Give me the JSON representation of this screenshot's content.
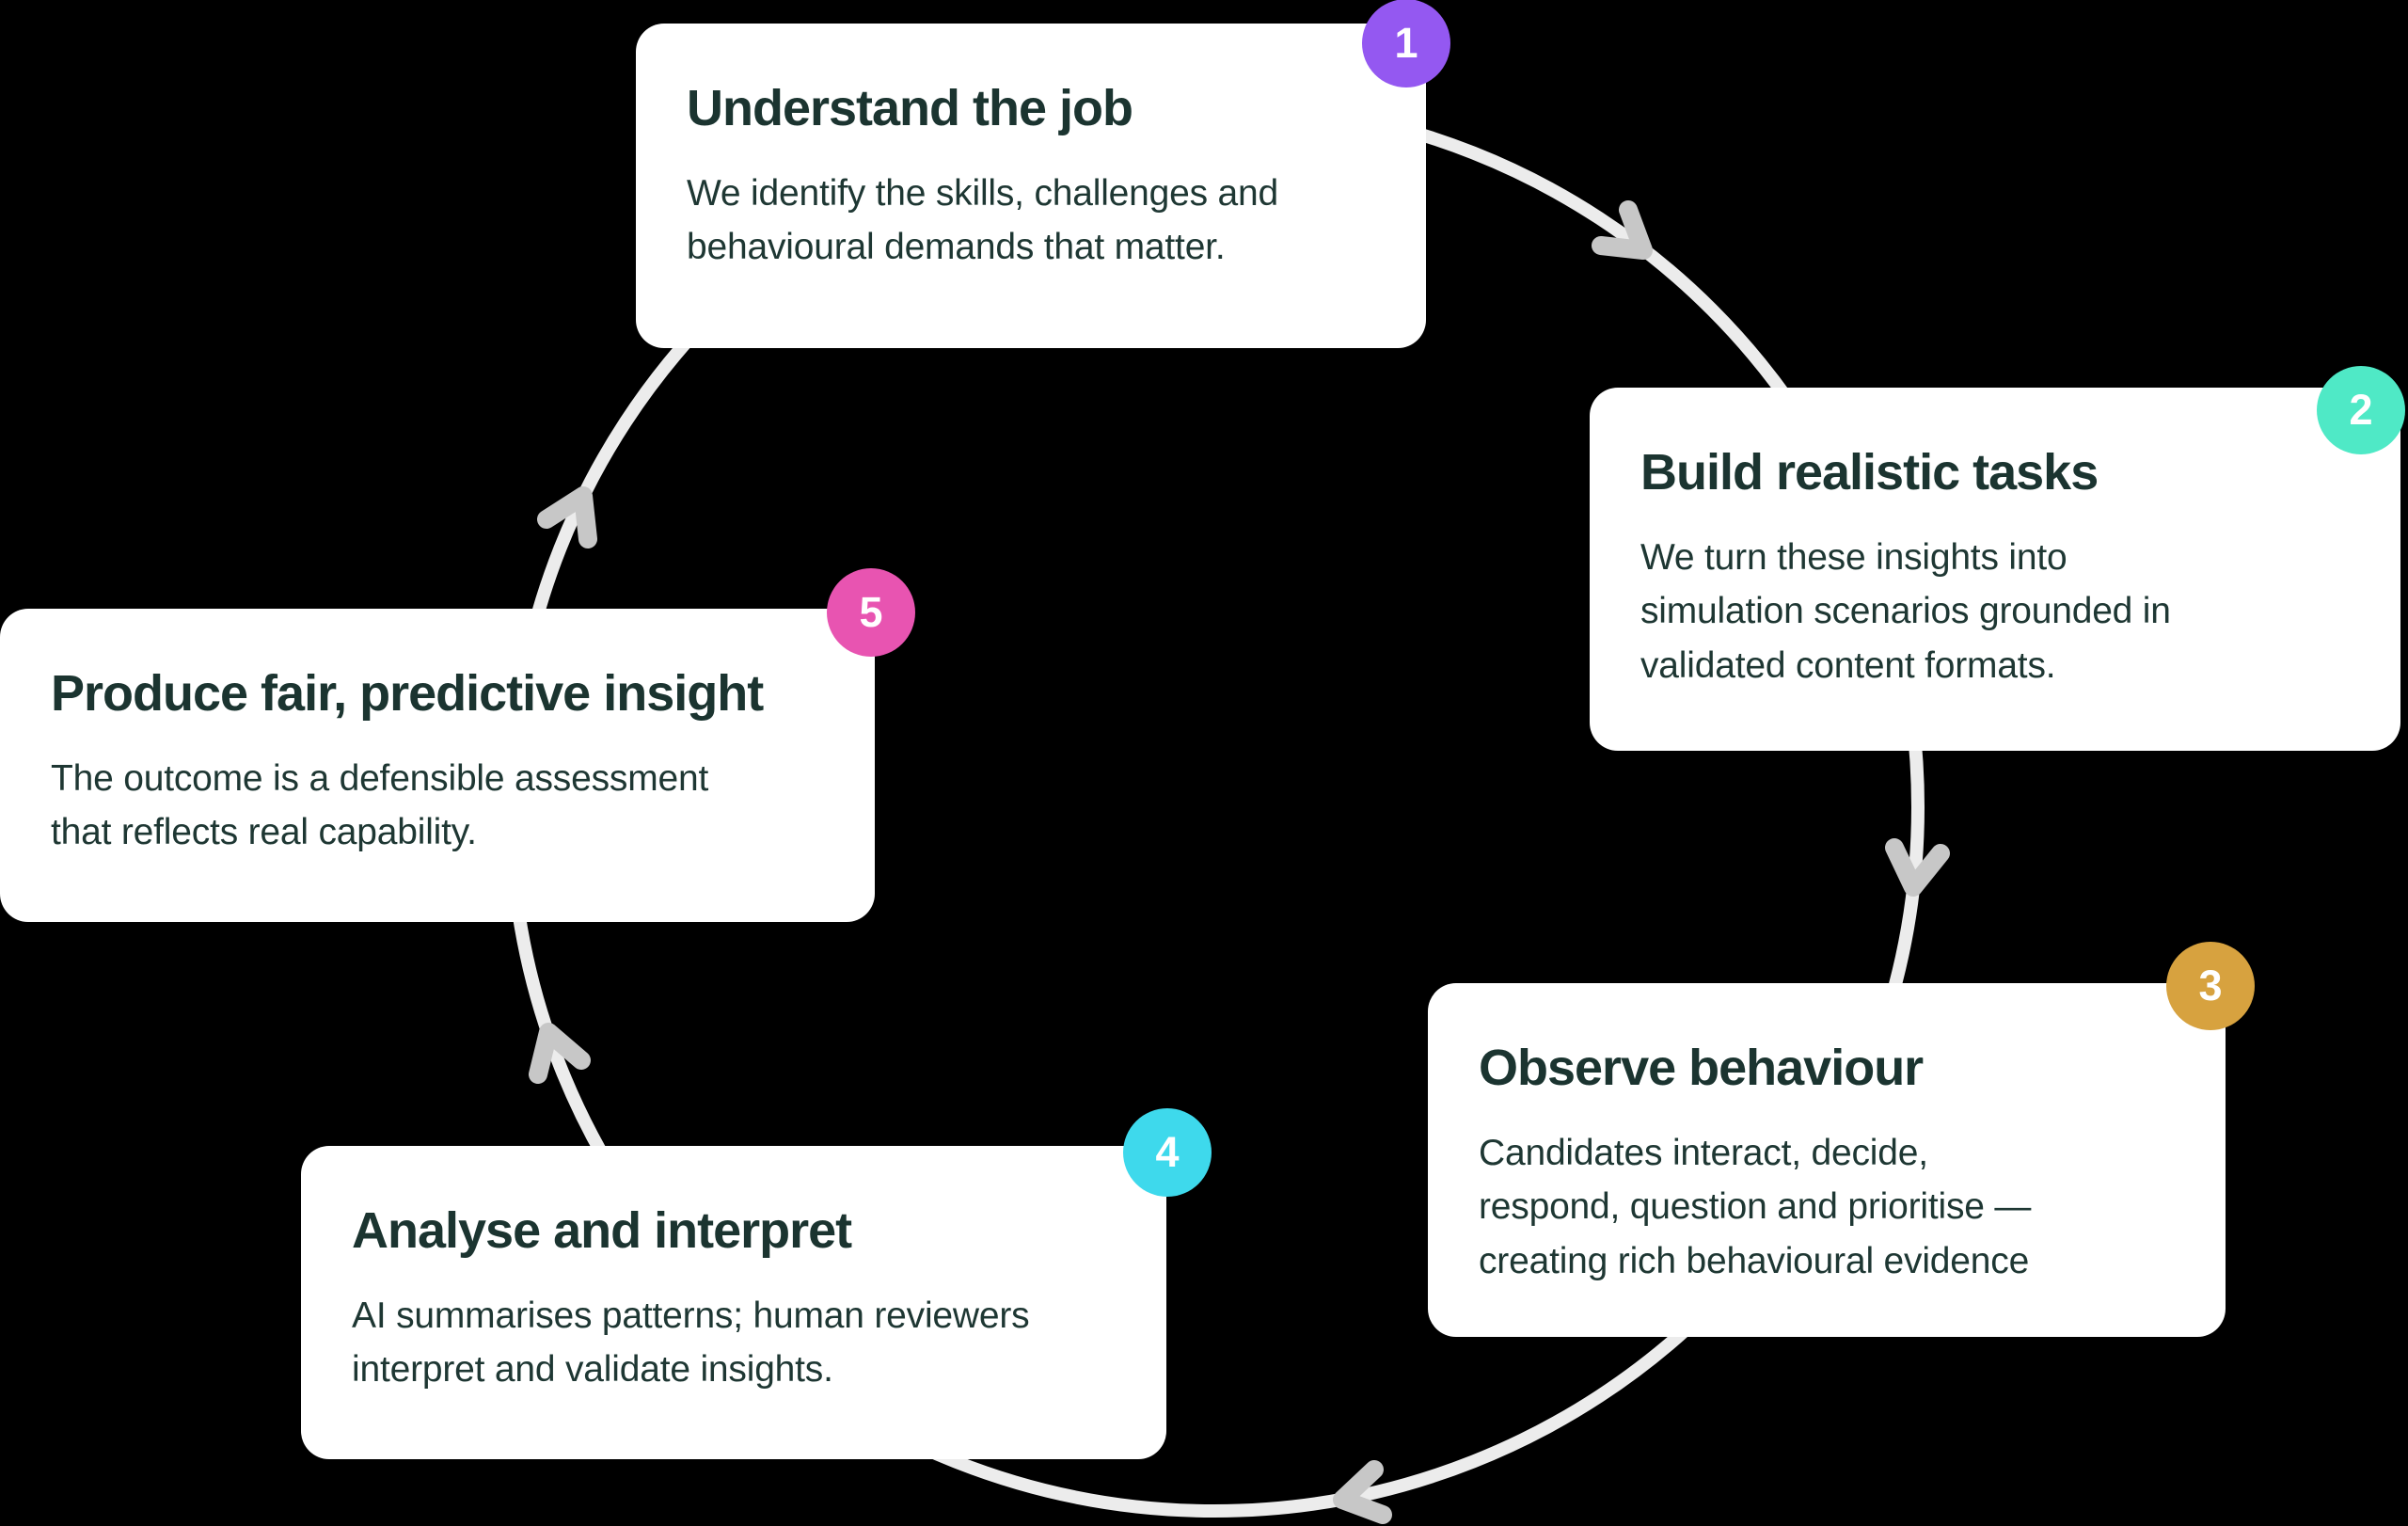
{
  "background_color": "#000000",
  "cycle": {
    "direction": "clockwise",
    "path_color": "#ececec",
    "arrow_color": "#c7c7c7",
    "card_color": "#ffffff",
    "heading_color": "#1b3430",
    "body_color": "#1e3733"
  },
  "steps": [
    {
      "number": "1",
      "badge_color": "#9458f1",
      "title": "Understand the job",
      "description": "We identify the skills, challenges and\nbehavioural demands that matter."
    },
    {
      "number": "2",
      "badge_color": "#4fe9c6",
      "title": "Build realistic tasks",
      "description": "We turn these insights into\nsimulation scenarios grounded in\nvalidated content formats."
    },
    {
      "number": "3",
      "badge_color": "#d7a23f",
      "title": "Observe behaviour",
      "description": "Candidates interact, decide,\nrespond, question and prioritise —\ncreating rich behavioural evidence"
    },
    {
      "number": "4",
      "badge_color": "#3ed9ec",
      "title": "Analyse and interpret",
      "description": "AI summarises patterns; human reviewers\ninterpret and validate insights."
    },
    {
      "number": "5",
      "badge_color": "#e854b1",
      "title": "Produce fair, predictive insight",
      "description": "The outcome is a defensible assessment\nthat reflects real capability."
    }
  ]
}
